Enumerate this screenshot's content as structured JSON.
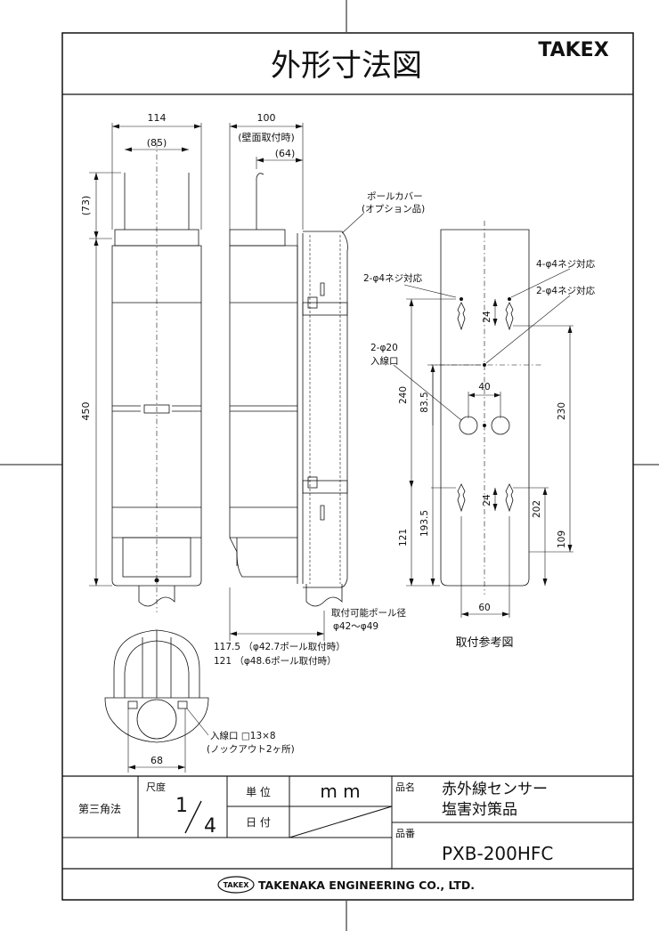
{
  "title": "外形寸法図",
  "brand": "TAKEX",
  "front_view": {
    "width": "114",
    "inner_width": "(85)",
    "height": "450",
    "top_ext": "(73)"
  },
  "side_view": {
    "depth": "100",
    "depth_note": "(壁面取付時)",
    "hook": "(64)",
    "pole_cover_label": "ポールカバー",
    "pole_cover_note": "(オプション品)",
    "pole_dia_label": "取付可能ポール径",
    "pole_dia_range": "φ42～φ49",
    "dim_1175": "117.5 （φ42.7ポール取付時）",
    "dim_121": "121 （φ48.6ポール取付時）"
  },
  "bottom_view": {
    "width": "68",
    "knockout_label": "入線口 □13×8",
    "knockout_note": "(ノックアウト2ヶ所)"
  },
  "mount_ref": {
    "label_screw_top": "2-φ4ネジ対応",
    "label_4screw": "4-φ4ネジ対応",
    "label_2screw_right": "2-φ4ネジ対応",
    "label_hole": "2-φ20",
    "label_hole_2": "入線口",
    "d24_top": "24",
    "d40": "40",
    "d240": "240",
    "d835": "83.5",
    "d230": "230",
    "d24_bot": "24",
    "d202": "202",
    "d121": "121",
    "d1935": "193.5",
    "d109": "109",
    "d60": "60",
    "caption": "取付参考図"
  },
  "title_block": {
    "projection": "第三角法",
    "scale_label": "尺度",
    "scale_num": "1",
    "scale_den": "4",
    "unit_label": "単 位",
    "unit_value": "m m",
    "date_label": "日 付",
    "name_label": "品名",
    "name_line1": "赤外線センサー",
    "name_line2": "塩害対策品",
    "code_label": "品番",
    "code_value": "PXB-200HFC",
    "logo_text": "TAKEX",
    "company": "TAKENAKA ENGINEERING CO., LTD."
  }
}
